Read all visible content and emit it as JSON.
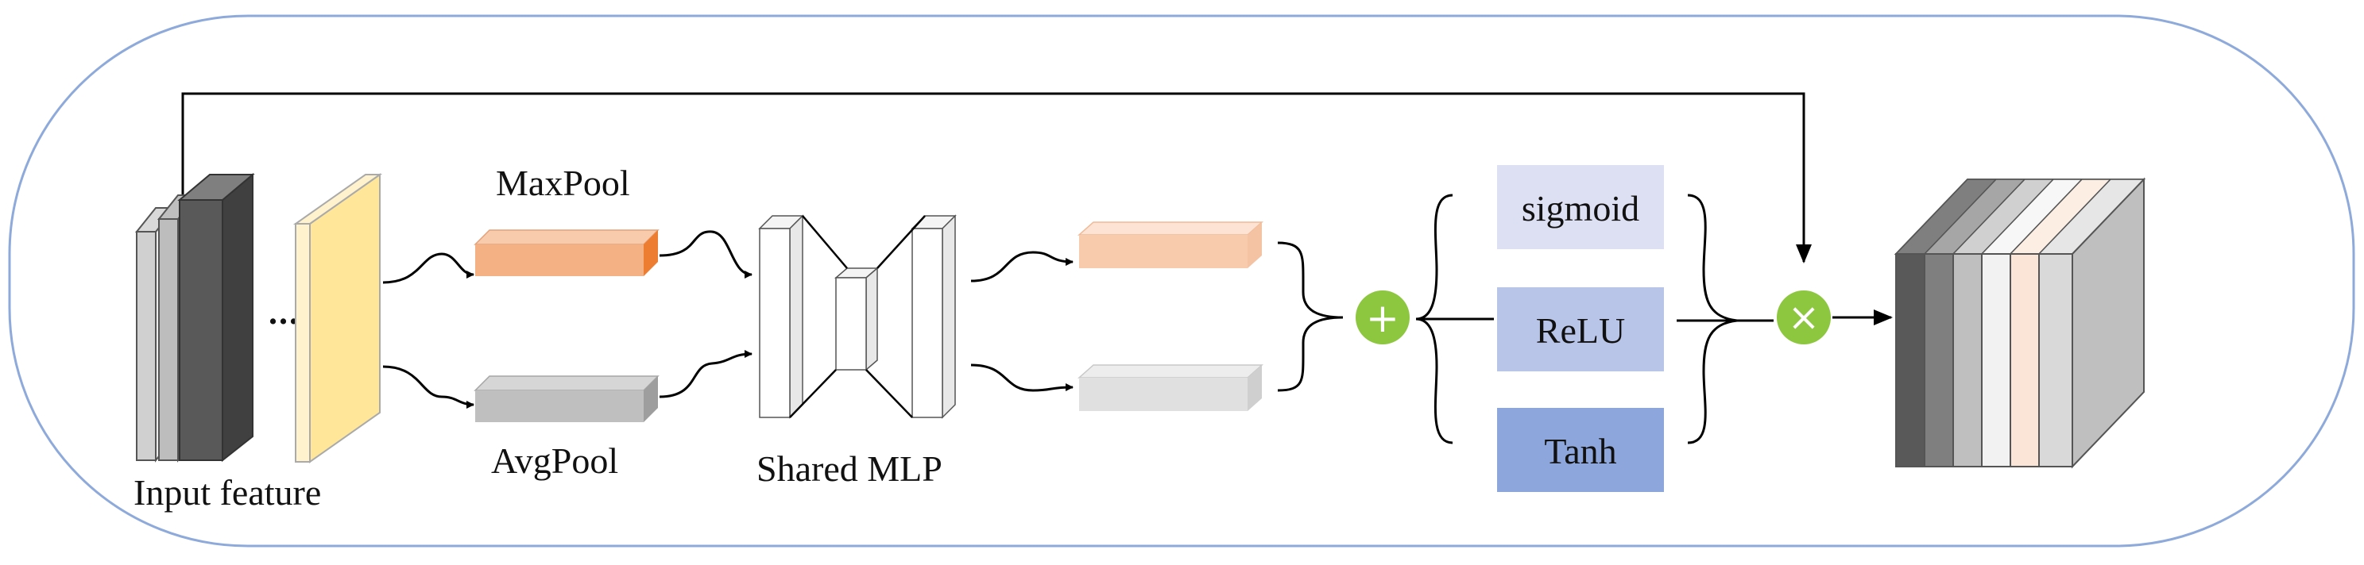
{
  "labels": {
    "input_feature": "Input feature",
    "maxpool": "MaxPool",
    "avgpool": "AvgPool",
    "shared_mlp": "Shared MLP",
    "ellipsis": "...",
    "plus": "+",
    "times": "×"
  },
  "activations": [
    {
      "label": "sigmoid",
      "color": "#dde0f3"
    },
    {
      "label": "ReLU",
      "color": "#b8c5e8"
    },
    {
      "label": "Tanh",
      "color": "#8da6db"
    }
  ],
  "colors": {
    "frame_border": "#8eaadb",
    "operator_fill": "#8dc63f",
    "maxpool_bar": "#f4b183",
    "avgpool_bar": "#bfbfbf",
    "max_out_bar": "#f8cbad",
    "avg_out_bar": "#e0e0e0",
    "input_last_map": "#ffe699",
    "input_dark_map": "#595959"
  },
  "output_stack_colors": [
    "#595959",
    "#7f7f7f",
    "#bfbfbf",
    "#f2f2f2",
    "#fbe5d6",
    "#d9d9d9"
  ]
}
